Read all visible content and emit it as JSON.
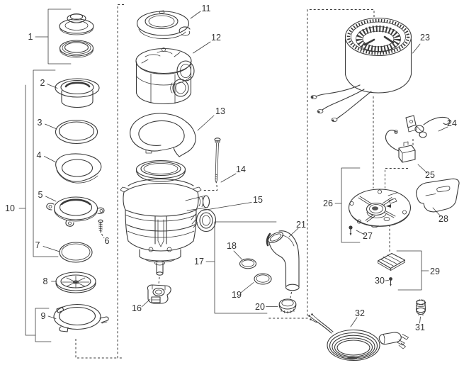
{
  "colors": {
    "ink": "#3a3a3a",
    "paper": "#ffffff"
  },
  "callouts": {
    "n1": "1",
    "n2": "2",
    "n3": "3",
    "n4": "4",
    "n5": "5",
    "n6": "6",
    "n7": "7",
    "n8": "8",
    "n9": "9",
    "n10": "10",
    "n11": "11",
    "n12": "12",
    "n13": "13",
    "n14": "14",
    "n15": "15",
    "n16": "16",
    "n17": "17",
    "n18": "18",
    "n19": "19",
    "n20": "20",
    "n21": "21",
    "n23": "23",
    "n24": "24",
    "n25": "25",
    "n26": "26",
    "n27": "27",
    "n28": "28",
    "n29": "29",
    "n30": "30",
    "n31": "31",
    "n32": "32"
  }
}
